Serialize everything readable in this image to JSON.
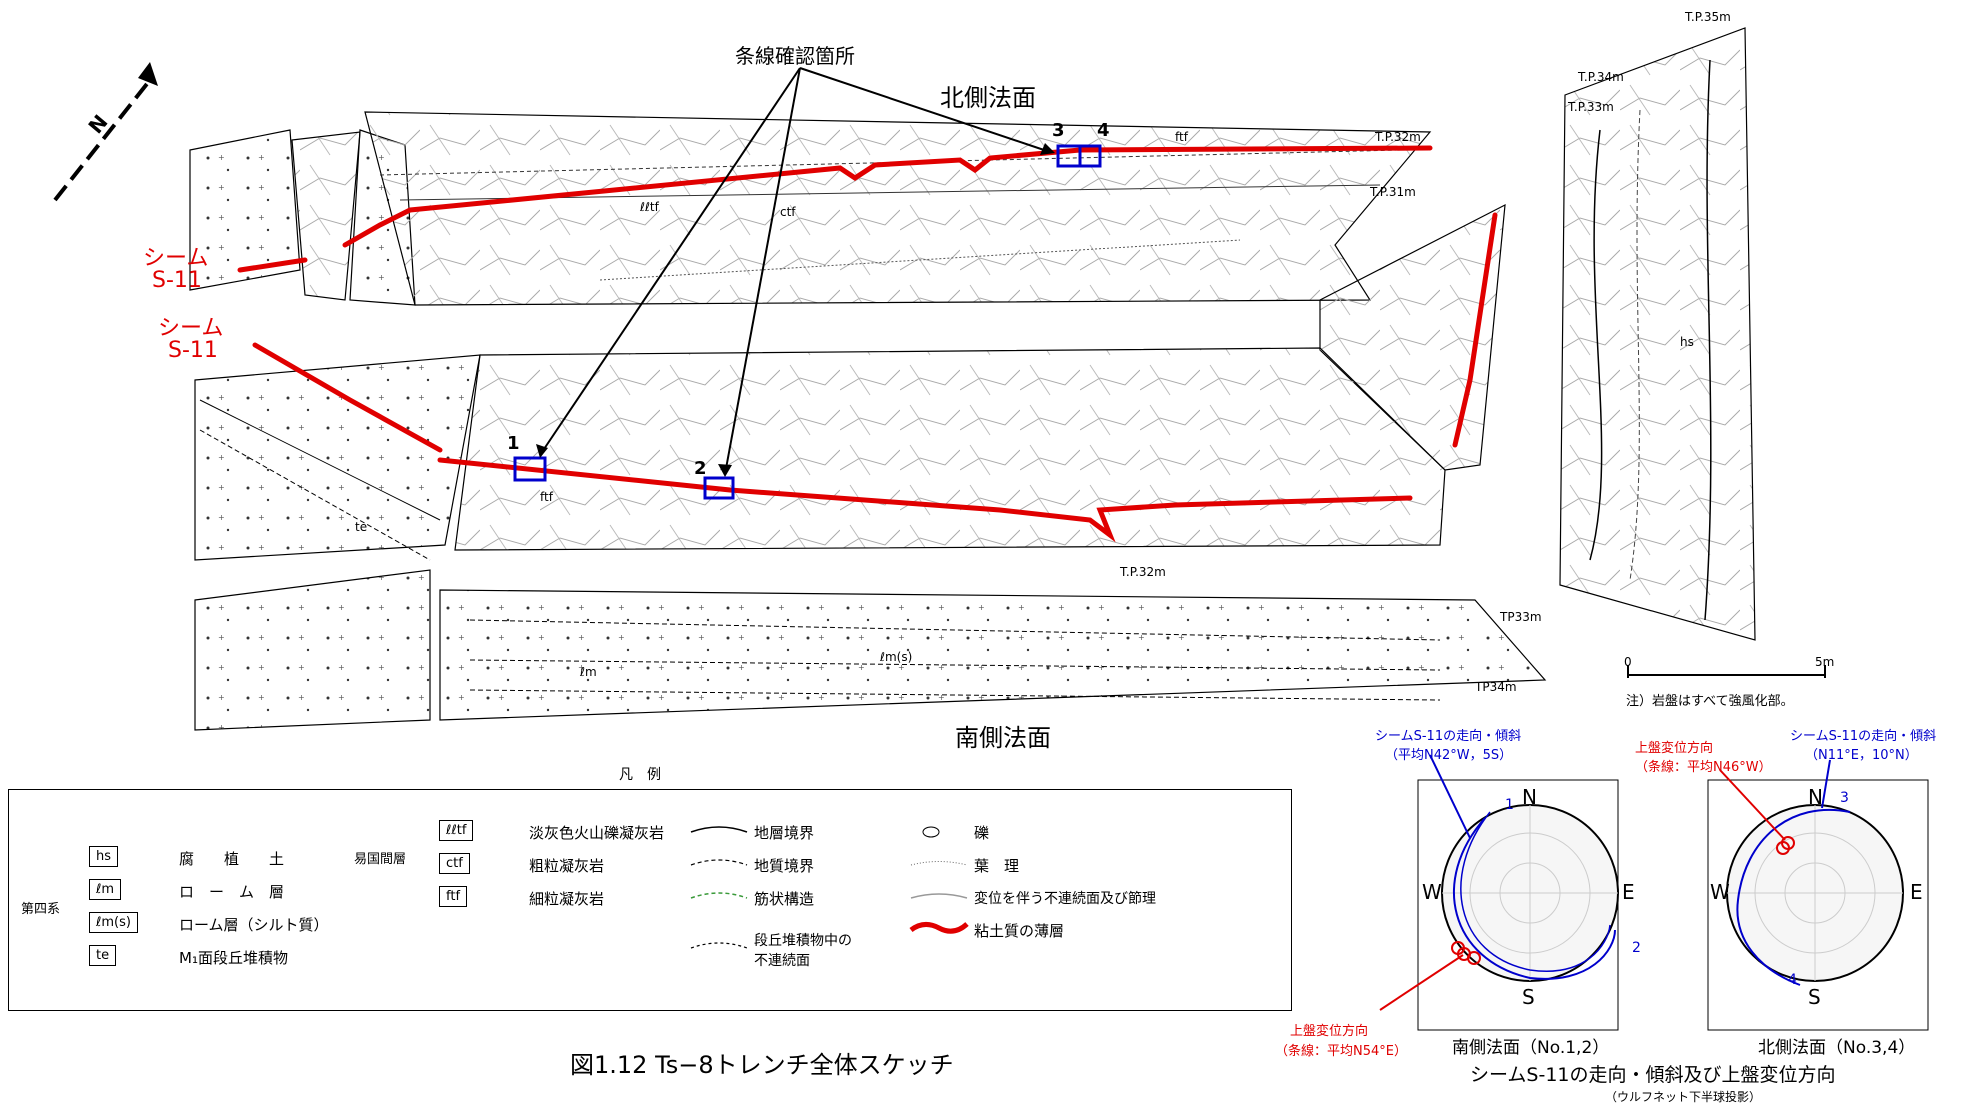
{
  "top_label": "条線確認箇所",
  "north_face_label": "北側法面",
  "south_face_label": "南側法面",
  "seam_label": "シーム",
  "seam_code": "S-11",
  "box_numbers": [
    "1",
    "2",
    "3",
    "4"
  ],
  "tp_labels": {
    "north_32": "T.P.32m",
    "north_31": "T.P.31m",
    "tp31m_a": "T.P.31m",
    "tp32m_a": "T.P.32m",
    "tp31m_rot": "TP.31m",
    "tp32m_rot": "TP32m",
    "tp33m_rot": "TP33m",
    "tp34m_rot": "TP34m",
    "tp33m_v": "T.P.33m",
    "tp34m_v": "T.P.34m",
    "tp35m_v": "T.P.35m"
  },
  "strata_codes": [
    "ℓℓtf",
    "ctf",
    "ftf",
    "te",
    "ℓm",
    "ℓm(s)",
    "hs"
  ],
  "wall_note": "注）岩盤はすべて強風化部。",
  "scale": {
    "zero": "0",
    "max": "5m"
  },
  "legend": {
    "title": "凡　例",
    "quaternary_group": "第四系",
    "quaternary": [
      {
        "code": "hs",
        "name": "腐　　植　　土"
      },
      {
        "code": "ℓm",
        "name": "ロ　ー　ム　層"
      },
      {
        "code": "ℓm(s)",
        "name": "ローム層（シルト質）"
      },
      {
        "code": "te",
        "name": "M₁面段丘堆積物"
      }
    ],
    "ekokuma_group": "易国間層",
    "ekokuma": [
      {
        "code": "ℓℓtf",
        "name": "淡灰色火山礫凝灰岩"
      },
      {
        "code": "ctf",
        "name": "粗粒凝灰岩"
      },
      {
        "code": "ftf",
        "name": "細粒凝灰岩"
      }
    ],
    "lines": [
      {
        "name": "地層境界"
      },
      {
        "name": "地質境界"
      },
      {
        "name": "筋状構造"
      },
      {
        "name": "段丘堆積物中の不連続面"
      }
    ],
    "symbols": [
      {
        "name": "礫"
      },
      {
        "name": "葉　理"
      },
      {
        "name": "変位を伴う不連続面及び節理"
      },
      {
        "name": "粘土質の薄層"
      }
    ]
  },
  "caption": "図1.12 Ts−8トレンチ全体スケッチ",
  "stereonets": {
    "south": {
      "blue_note": "シームS-11の走向・傾斜",
      "blue_note2": "（平均N42°W，5S）",
      "red_note": "上盤変位方向",
      "red_note2": "（条線：平均N54°E）",
      "caption": "南側法面（No.1,2）",
      "labels": {
        "n": "N",
        "s": "S",
        "e": "E",
        "w": "W",
        "a": "1",
        "b": "2"
      }
    },
    "north": {
      "blue_note": "シームS-11の走向・傾斜",
      "blue_note2": "（N11°E，10°N）",
      "red_note": "上盤変位方向",
      "red_note2": "（条線：平均N46°W）",
      "caption": "北側法面（No.3,4）",
      "labels": {
        "n": "N",
        "s": "S",
        "e": "E",
        "w": "W",
        "a": "3",
        "b": "4"
      }
    },
    "main_caption": "シームS-11の走向・傾斜及び上盤変位方向",
    "sub_caption": "（ウルフネット下半球投影）"
  },
  "colors": {
    "seam": "#e00000",
    "box": "#0000cc",
    "stria": "#3a9a3a"
  }
}
